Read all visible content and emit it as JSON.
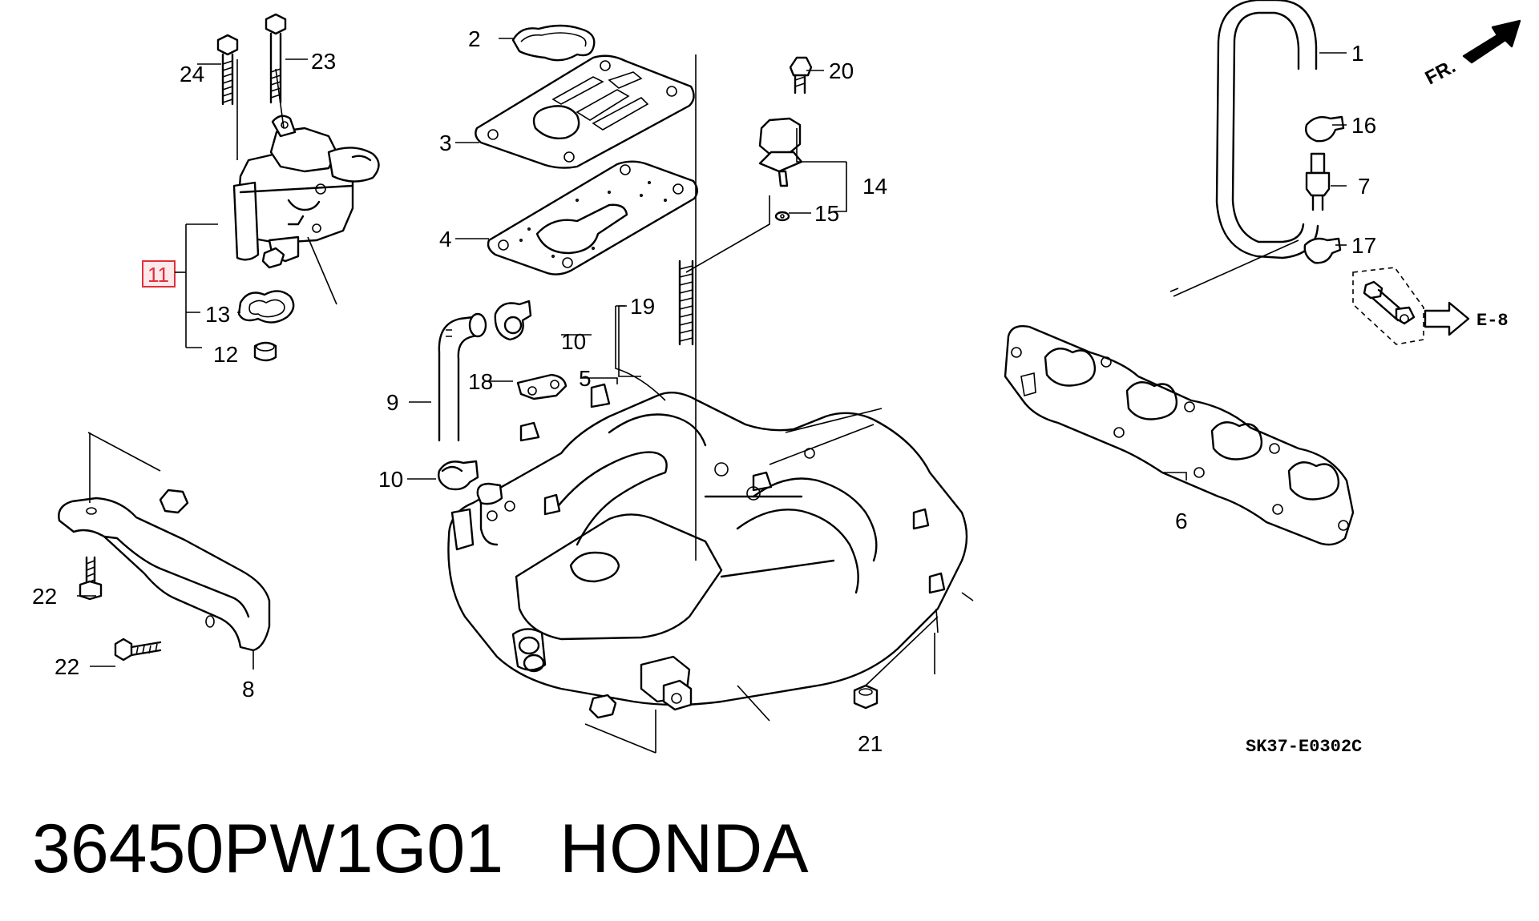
{
  "diagram": {
    "callouts": {
      "c1": "1",
      "c2": "2",
      "c3": "3",
      "c4": "4",
      "c5": "5",
      "c6": "6",
      "c7": "7",
      "c8": "8",
      "c9": "9",
      "c10a": "10",
      "c10b": "10",
      "c11": "11",
      "c12": "12",
      "c13": "13",
      "c14": "14",
      "c15": "15",
      "c16": "16",
      "c17": "17",
      "c18": "18",
      "c19": "19",
      "c20": "20",
      "c21": "21",
      "c22a": "22",
      "c22b": "22",
      "c23": "23",
      "c24": "24"
    },
    "direction_label": "FR.",
    "reference_label": "E-8",
    "drawing_code": "SK37-E0302C",
    "highlight_color": "#e0303c"
  },
  "caption": {
    "part_number": "36450PW1G01",
    "brand": "HONDA"
  }
}
